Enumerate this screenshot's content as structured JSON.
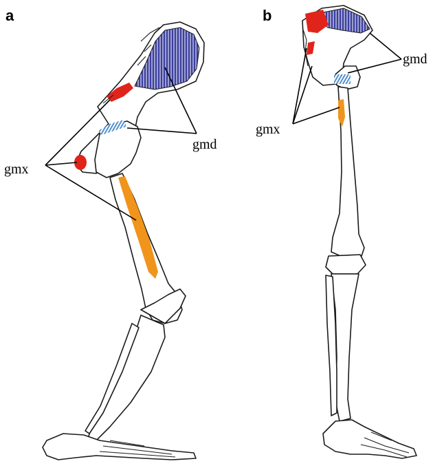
{
  "figure": {
    "panels": [
      {
        "letter": "a",
        "labels": {
          "gmd": "gmd",
          "gmx": "gmx"
        }
      },
      {
        "letter": "b",
        "labels": {
          "gmd": "gmd",
          "gmx": "gmx"
        }
      }
    ],
    "colors": {
      "gluteus_medius_origin": "#3b3f9e",
      "gluteus_medius_insertion": "#4f8fd1",
      "gluteus_maximus_origin": "#e0241b",
      "gluteus_maximus_insertion": "#f0941c",
      "bone_outline": "#1a1a1a",
      "bone_fill": "#ffffff"
    }
  }
}
